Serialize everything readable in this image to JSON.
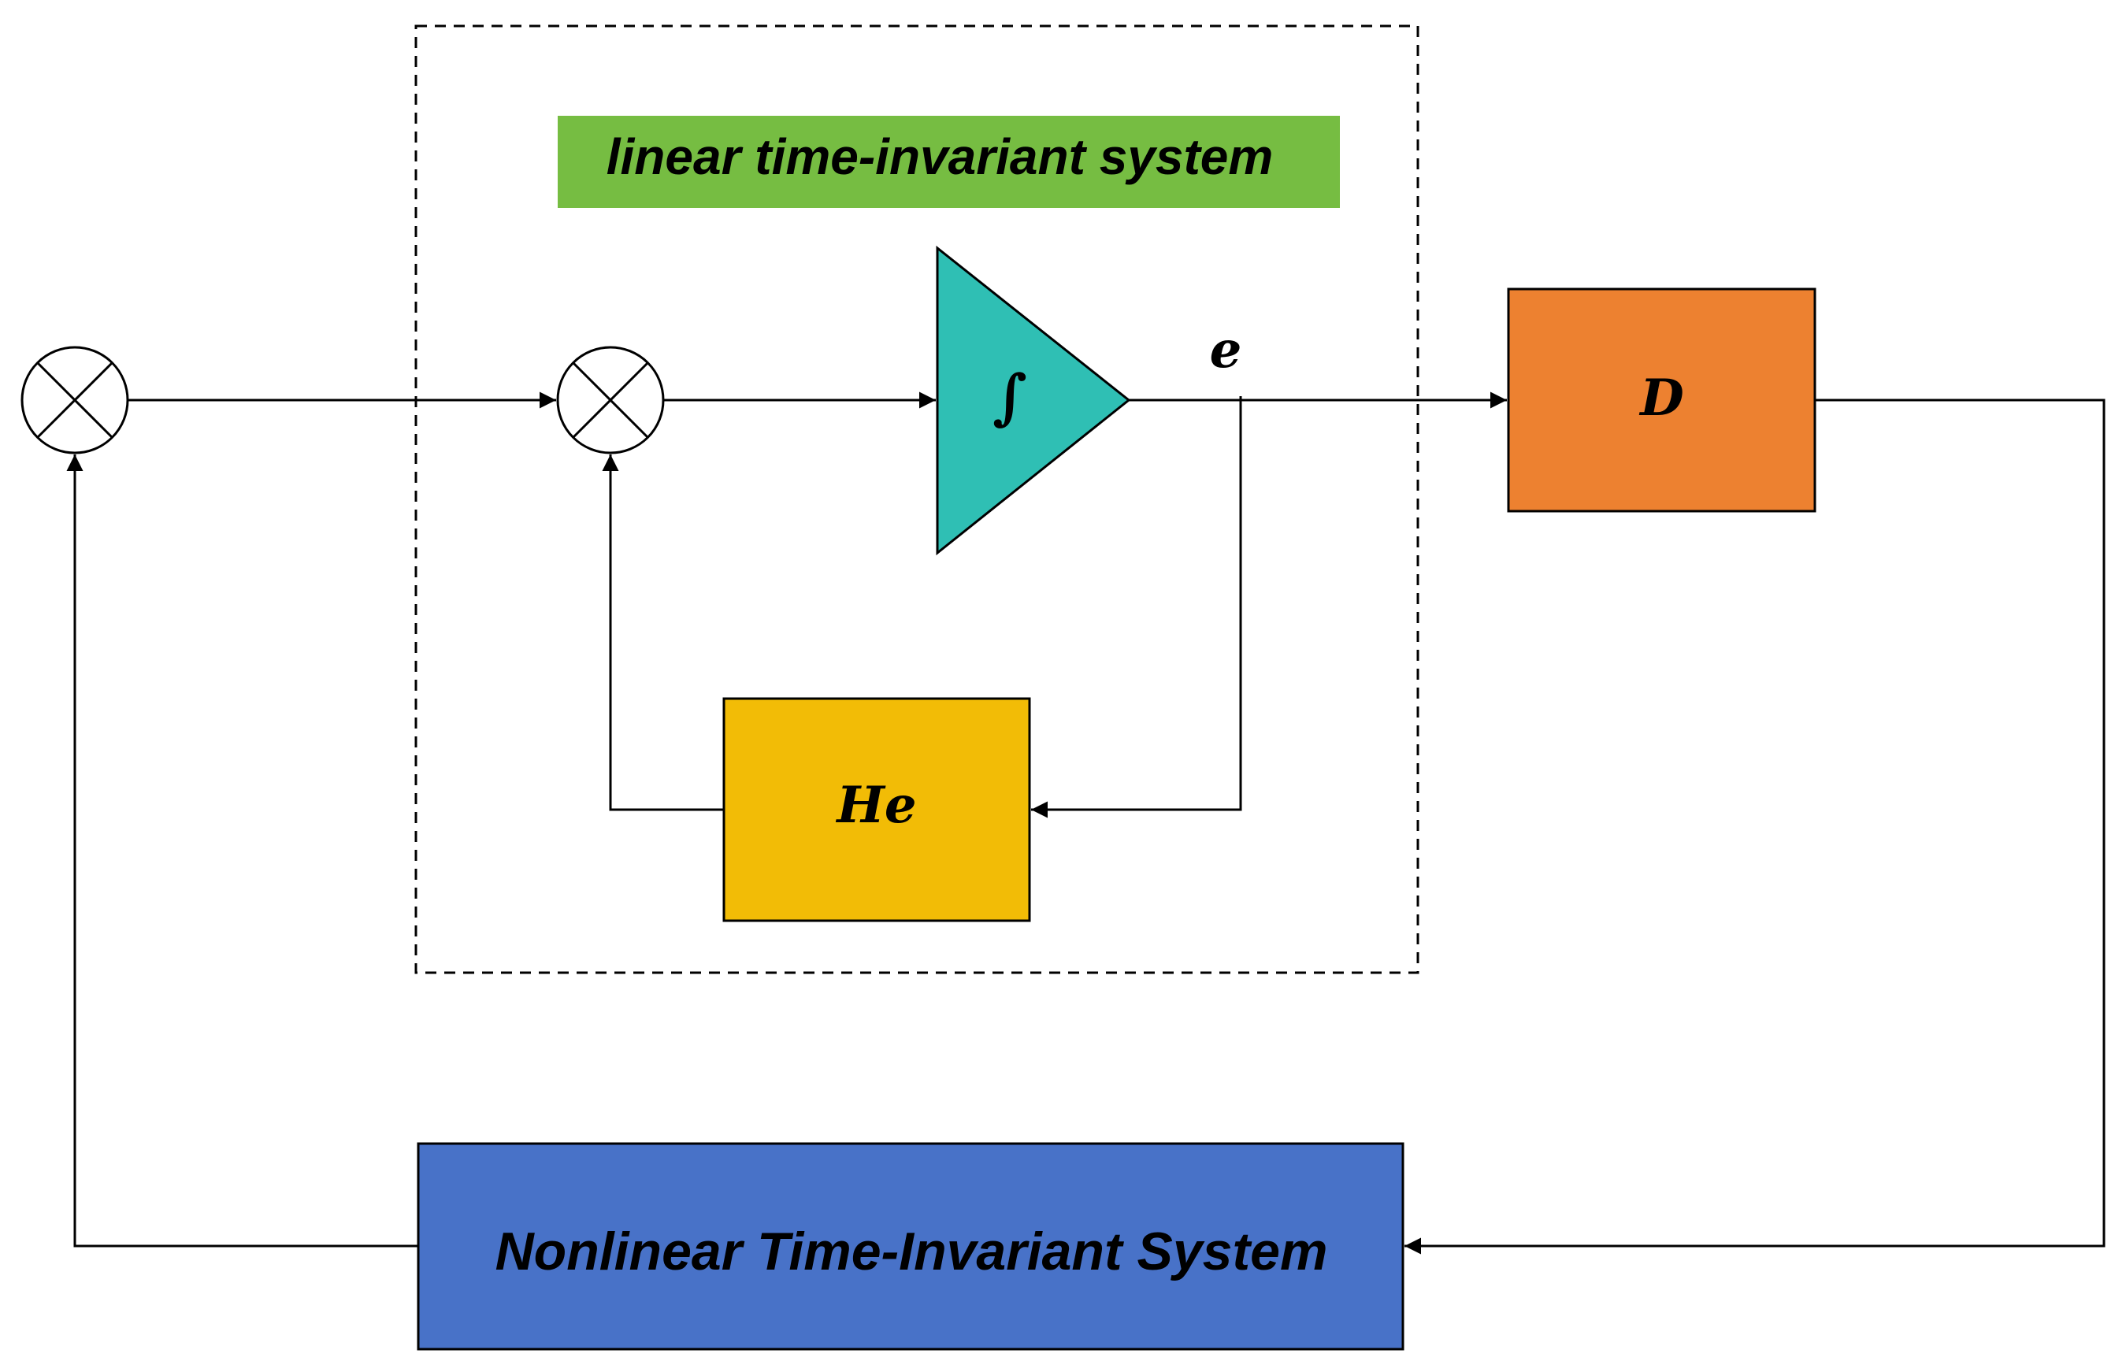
{
  "diagram": {
    "lti_title": "linear time-invariant system",
    "integrator_symbol": "∫",
    "signal_e": "e",
    "block_d": "D",
    "block_he": "He",
    "nonlinear_title": "Nonlinear Time-Invariant System"
  },
  "colors": {
    "lti_label_bg": "#76BD42",
    "integrator_fill": "#2FBFB4",
    "block_d_fill": "#ED8130",
    "block_he_fill": "#F2BC06",
    "nonlinear_fill": "#4872C8",
    "line": "#000000"
  }
}
